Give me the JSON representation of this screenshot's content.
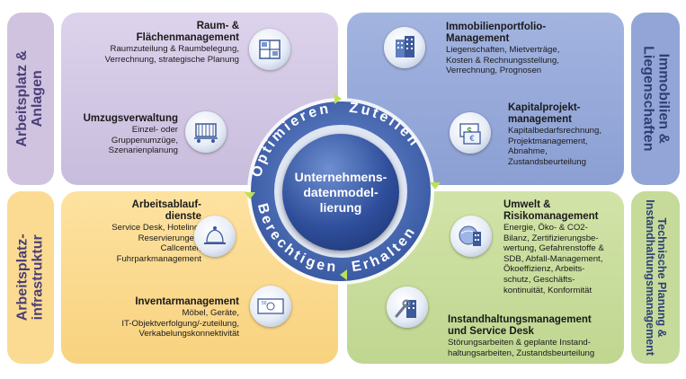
{
  "side_labels": {
    "top_left": "Arbeitsplatz &\nAnlagen",
    "bottom_left": "Arbeitsplatz-\ninfrastruktur",
    "top_right": "Immobilien &\nLiegenschaften",
    "bottom_right": "Technische Planung &\nInstandhaltungsmanagement"
  },
  "center": {
    "title": "Unternehmens-\ndatenmodel-\nlierung",
    "ring_words": [
      "Optimieren",
      "Zuteilen",
      "Erhalten",
      "Berechtigen"
    ]
  },
  "blocks": {
    "raum": {
      "title": "Raum- &\nFlächenmanagement",
      "desc": "Raumzuteilung & Raumbelegung,\nVerrechnung, strategische Planung"
    },
    "umzug": {
      "title": "Umzugsverwaltung",
      "desc": "Einzel- oder\nGruppenumzüge,\nSzenarienplanung"
    },
    "immo": {
      "title": "Immobilienportfolio-\nManagement",
      "desc": "Liegenschaften, Mietverträge,\nKosten & Rechnungsstellung,\nVerrechnung, Prognosen"
    },
    "kapital": {
      "title": "Kapitalprojekt-\nmanagement",
      "desc": "Kapitalbedarfsrechnung,\nProjektmanagement,\nAbnahme,\nZustandsbeurteilung"
    },
    "ablauf": {
      "title": "Arbeitsablauf-\ndienste",
      "desc": "Service Desk, Hoteling,\nReservierungen,\nCallcenter,\nFuhrparkmanagement"
    },
    "inventar": {
      "title": "Inventarmanagement",
      "desc": "Möbel, Geräte,\nIT-Objektverfolgung/-zuteilung,\nVerkabelungskonnektivität"
    },
    "umwelt": {
      "title": "Umwelt &\nRisikomanagement",
      "desc": "Energie, Öko- & CO2-\nBilanz, Zertifizierungsbe-\nwertung, Gefahrenstoffe &\nSDB, Abfall-Management,\nÖkoeffizienz, Arbeits-\nschutz, Geschäfts-\nkontinuität, Konformität"
    },
    "instand": {
      "title": "Instandhaltungsmanagement\nund Service Desk",
      "desc": "Störungsarbeiten & geplante Instand-\nhaltungsarbeiten, Zustandsbeurteilung"
    }
  },
  "colors": {
    "purple": "#cfc3e0",
    "blue": "#92a5d6",
    "yellow": "#fbdb92",
    "green": "#c6da9a",
    "ring": "#4d6eb8"
  },
  "icons": [
    "floorplan-icon",
    "cart-icon",
    "buildings-icon",
    "money-icon",
    "bell-icon",
    "banknote-icon",
    "globe-building-icon",
    "wrench-building-icon"
  ]
}
